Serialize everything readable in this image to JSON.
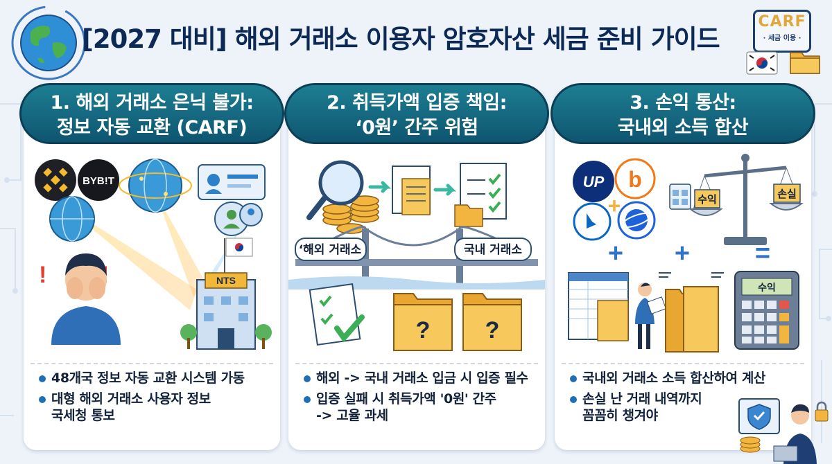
{
  "header": {
    "title": "[2027 대비] 해외 거래소 이용자 암호자산 세금 준비 가이드",
    "badge": {
      "word": "CARF",
      "sub": "· 세금 이용 ·"
    }
  },
  "colors": {
    "accent": "#0e5570",
    "navy": "#0d2a57",
    "bullet": "#1f6fb5",
    "gold": "#e0a83b"
  },
  "panels": [
    {
      "heading_line1": "1. 해외 거래소 은닉 불가:",
      "heading_line2": "정보 자동 교환 (CARF)",
      "labels": {
        "exchange": "BYB!T",
        "agency": "NTS"
      },
      "icons": [
        "binance-logo-icon",
        "bybit-logo-icon",
        "globe-icon",
        "id-card-icon",
        "users-icon",
        "worried-person-icon",
        "government-building-icon",
        "korea-flag-icon"
      ],
      "bullets": [
        {
          "line1": "48개국 정보 자동 교환 시스템 가동",
          "line2": ""
        },
        {
          "line1": "대형 해외 거래소 사용자 정보",
          "line2": "국세청 통보"
        }
      ]
    },
    {
      "heading_line1": "2. 취득가액 입증 책임:",
      "heading_line2": "‘0원’ 간주 위험",
      "labels": {
        "left_bank": "‘해외 거래소",
        "right_bank": "국내 거래소"
      },
      "icons": [
        "magnifier-coins-icon",
        "document-icon",
        "checklist-icon",
        "bridge-icon",
        "folder-question-icon"
      ],
      "bullets": [
        {
          "line1": "해외 -> 국내 거래소 입금 시 입증 필수",
          "line2": ""
        },
        {
          "line1": "입증 실패 시 취득가액 '0원' 간주",
          "line2": "-> 고율 과세"
        }
      ]
    },
    {
      "heading_line1": "3. 손익 통산:",
      "heading_line2": "국내외 소득 합산",
      "labels": {
        "upbit": "UP",
        "bithumb": "b",
        "scale_left": "수익",
        "scale_right": "손실",
        "calc_display": "수익"
      },
      "icons": [
        "upbit-logo-icon",
        "bithumb-logo-icon",
        "binance-wallet-icon",
        "coinone-logo-icon",
        "balance-scale-icon",
        "spreadsheet-icon",
        "person-folders-icon",
        "calculator-icon"
      ],
      "bullets": [
        {
          "line1": "국내외 거래소 소득 합산하여 계산",
          "line2": ""
        },
        {
          "line1": "손실 난 거래 내역까지",
          "line2": "꼼꼼히 챙겨야"
        }
      ]
    }
  ]
}
